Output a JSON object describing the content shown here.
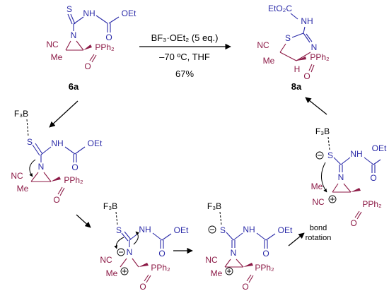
{
  "colors": {
    "blue": "#2a2aa8",
    "maroon": "#8c1a46",
    "black": "#000000"
  },
  "reaction": {
    "reagent": "BF₃·OEt₂ (5 eq.)",
    "conditions": "–70 ºC, THF",
    "yield": "67%"
  },
  "labels": {
    "start": "6a",
    "product": "8a"
  },
  "groups": {
    "nh": "NH",
    "n": "N",
    "s": "S",
    "h": "H",
    "o": "O",
    "oet": "OEt",
    "eto2c": "EtO₂C",
    "me": "Me",
    "nc": "NC",
    "pph2": "PPh₂",
    "f3b": "F₃B"
  },
  "step": {
    "bond_rotation": "bond\nrotation"
  }
}
